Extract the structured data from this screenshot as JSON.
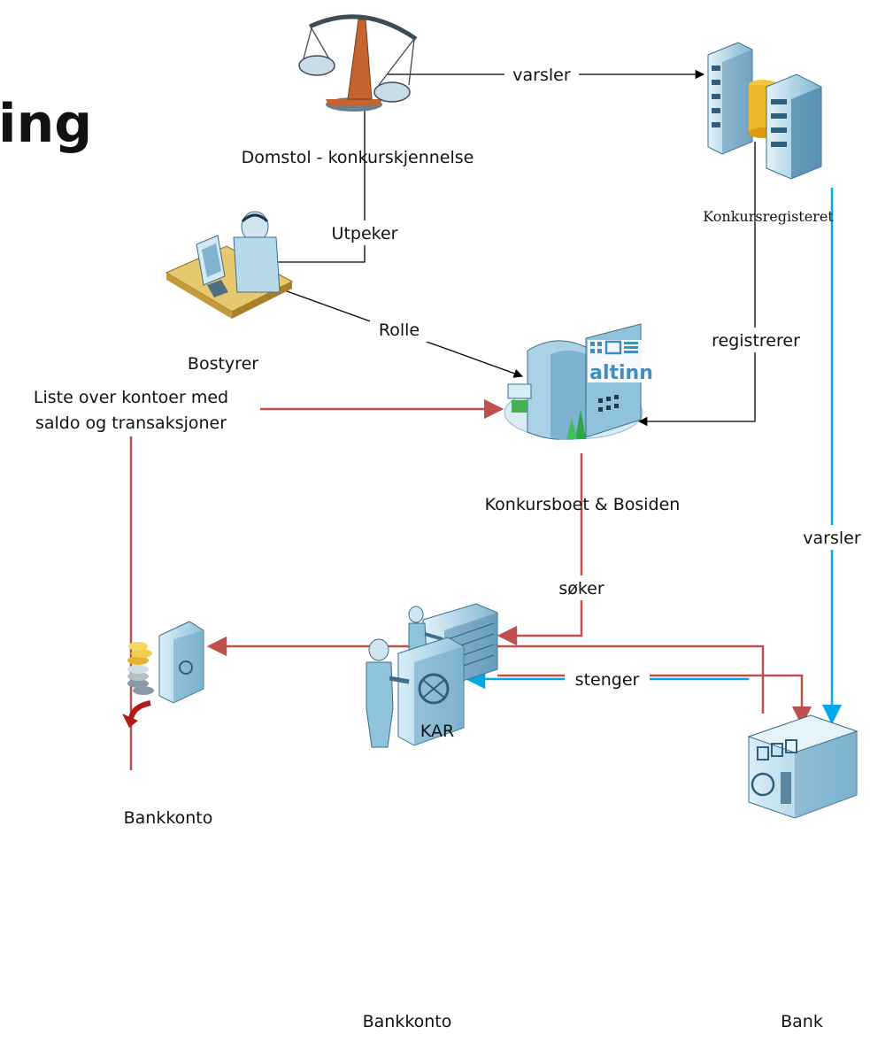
{
  "title": "ing",
  "labels": {
    "domstol": "Domstol - konkurskjennelse",
    "konkursregisteret": "Konkursregisteret",
    "bostyrer": "Bostyrer",
    "altinn_caption": "Konkursboet & Bosiden",
    "kar": "KAR",
    "bankkonto_left": "Bankkonto",
    "bankkonto_bottom": "Bankkonto",
    "bank": "Bank",
    "altinn_logo": "altinn"
  },
  "edges": {
    "varsler_top": "varsler",
    "utpeker": "Utpeker",
    "rolle": "Rolle",
    "registrerer": "registrerer",
    "liste_line1": "Liste over kontoer med",
    "liste_line2": "saldo og transaksjoner",
    "varsler_right": "varsler",
    "soker": "søker",
    "stenger": "stenger"
  },
  "colors": {
    "red_arrow": "#c0504d",
    "blue_arrow": "#00a8e8",
    "black_arrow": "#000000",
    "icon_light": "#c5e3ef",
    "icon_mid": "#8fc3dc",
    "icon_dark": "#3d6e8c",
    "scales_wood": "#c4652f",
    "desk": "#e6c86e"
  },
  "icons": [
    "scales-icon",
    "servers-icon",
    "operator-icon",
    "altinn-building-icon",
    "server-rack-icon",
    "vault-coins-icon",
    "person-vault-icon",
    "bank-building-icon"
  ]
}
